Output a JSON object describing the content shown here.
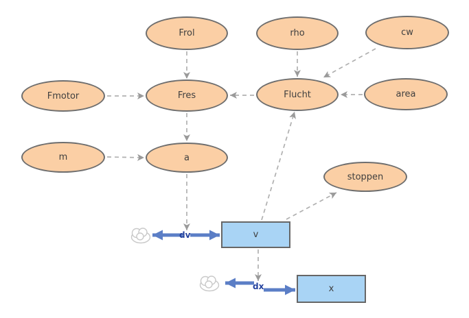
{
  "diagram": {
    "variables": {
      "frol": {
        "label": "Frol"
      },
      "rho": {
        "label": "rho"
      },
      "cw": {
        "label": "cw"
      },
      "fmotor": {
        "label": "Fmotor"
      },
      "fres": {
        "label": "Fres"
      },
      "flucht": {
        "label": "Flucht"
      },
      "area": {
        "label": "area"
      },
      "m": {
        "label": "m"
      },
      "a": {
        "label": "a"
      },
      "stoppen": {
        "label": "stoppen"
      }
    },
    "stocks": {
      "v": {
        "label": "v"
      },
      "x": {
        "label": "x"
      }
    },
    "flows": {
      "dv": {
        "label": "dv"
      },
      "dx": {
        "label": "dx"
      }
    },
    "icons": {
      "source_sink": "cloud-icon"
    },
    "colors": {
      "background": "#FFFFFF",
      "variable_fill": "#FBCFA5",
      "variable_border": "#6E6E6E",
      "stock_fill": "#A9D4F5",
      "stock_border": "#666666",
      "connector_line": "#B0B0B0",
      "connector_head": "#9A9A9A",
      "flow_arrow": "#5B7EC6",
      "flow_label": "#24429E",
      "node_text": "#3F3F3F",
      "cloud_stroke": "#C9C9C9"
    }
  }
}
